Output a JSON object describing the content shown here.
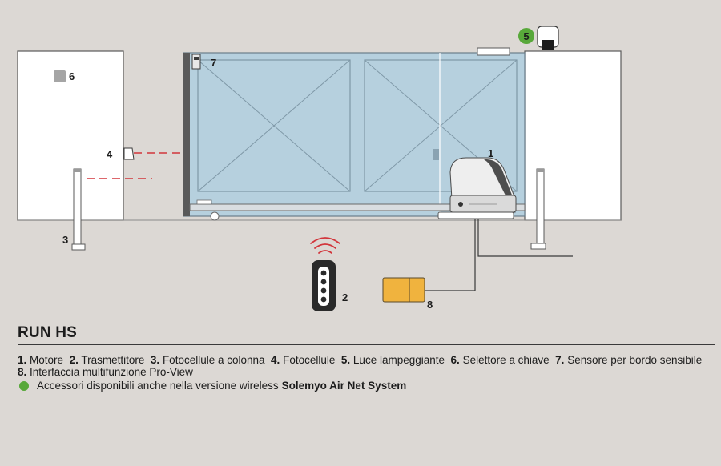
{
  "diagram": {
    "callouts": {
      "motor": "1",
      "transmitter": "2",
      "column_photocells": "3",
      "photocells": "4",
      "flashing_light": "5",
      "key_selector": "6",
      "edge_sensor": "7",
      "proview_interface": "8"
    }
  },
  "colors": {
    "background": "#dcd8d4",
    "gate_glass": "#b6d0de",
    "interface_box": "#f0b33e",
    "wireless_dot": "#58a83a",
    "beam": "#d2353b"
  },
  "caption": {
    "title": "RUN HS",
    "legend": [
      {
        "num": "1.",
        "text": "Motore"
      },
      {
        "num": "2.",
        "text": "Trasmettitore"
      },
      {
        "num": "3.",
        "text": "Fotocellule a colonna"
      },
      {
        "num": "4.",
        "text": "Fotocellule"
      },
      {
        "num": "5.",
        "text": "Luce lampeggiante"
      },
      {
        "num": "6.",
        "text": "Selettore a chiave"
      },
      {
        "num": "7.",
        "text": "Sensore per bordo sensibile"
      },
      {
        "num": "8.",
        "text": "Interfaccia multifunzione Pro-View"
      }
    ],
    "note": {
      "text": "Accessori disponibili anche nella versione wireless",
      "brand": "Solemyo Air Net System"
    }
  }
}
